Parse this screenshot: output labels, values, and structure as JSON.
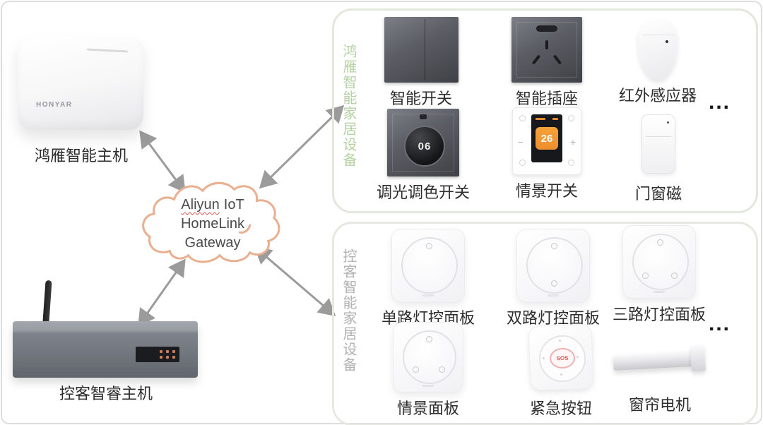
{
  "hosts": {
    "hongyan": {
      "brand": "HONYAR",
      "label": "鸿雁智能主机"
    },
    "kongke": {
      "label": "控客智睿主机"
    }
  },
  "cloud": {
    "word1": "Aliyun",
    "word2": "IoT",
    "line2": "HomeLink",
    "line3": "Gateway"
  },
  "groups": {
    "hongyan": {
      "title": "鸿雁智能家居设备",
      "ellipsis": "...",
      "devices": {
        "smart_switch": {
          "label": "智能开关"
        },
        "smart_socket": {
          "label": "智能插座"
        },
        "ir_sensor": {
          "label": "红外感应器"
        },
        "dimmer": {
          "label": "调光调色开关",
          "display": "06"
        },
        "scene_switch": {
          "label": "情景开关",
          "display": "26"
        },
        "door_sensor": {
          "label": "门窗磁"
        }
      }
    },
    "kongke": {
      "title": "控客智能家居设备",
      "ellipsis": "...",
      "devices": {
        "panel_single": {
          "label": "单路灯控面板"
        },
        "panel_double": {
          "label": "双路灯控面板"
        },
        "panel_triple": {
          "label": "三路灯控面板"
        },
        "scene_panel": {
          "label": "情景面板"
        },
        "sos_button": {
          "label": "紧急按钮",
          "display": "SOS"
        },
        "curtain_motor": {
          "label": "窗帘电机"
        }
      }
    }
  },
  "colors": {
    "cloud_outline": "#e8b090",
    "arrow": "#9b9b9b",
    "group1_title": "#b5d3a2",
    "group2_title": "#b2b2b2",
    "sos_red": "#e05252",
    "display_orange": "#f39c2d"
  }
}
